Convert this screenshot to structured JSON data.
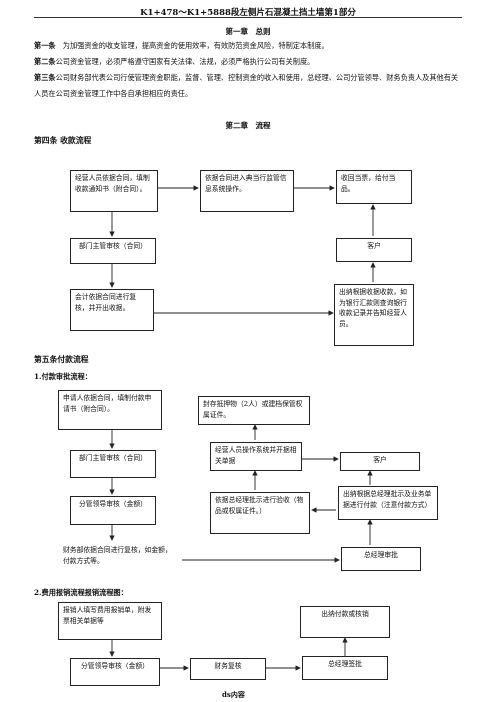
{
  "header": {
    "title": "K1+478～K1+5888段左侧片石混凝土挡土墙第1部分"
  },
  "chapter1": {
    "title": "第一章　总则"
  },
  "articles": [
    {
      "label": "第一条",
      "text": "　为加强资金的收支管理，提高资金的使用效率，有效防范资金风险，特制定本制度。"
    },
    {
      "label": "第二条",
      "text": "公司资金管理，必须严格遵守国家有关法律、法规，必须严格执行公司有关制度。"
    },
    {
      "label": "第三条",
      "text": "公司财务部代表公司行使管理资金职能，监督、管理、控制资金的收入和使用，总经理、公司分管领导、财务负责人及其他有关人员在公司资金管理工作中各自承担相应的责任。"
    }
  ],
  "chapter2": {
    "title": "第二章　流程"
  },
  "section4": {
    "title": "第四条  收款流程",
    "boxes": {
      "operator": "经营人员依据合同，填制收款通知书（附合同）。",
      "system": "依据合同进入典当行监管信息系统操作。",
      "receipt": "收回当票，给付当品。",
      "dept_head": "部门主管审核（合同）",
      "customer": "客户",
      "accountant": "会计依据合同进行复核，并开出收据。",
      "cashier": "出纳根据收据收款，如为银行汇款则查询银行收款记录并告知经营人员。"
    }
  },
  "section5": {
    "title": "第五条付款流程"
  },
  "sub1": {
    "title": "1.付款审批流程：",
    "boxes": {
      "applicant": "申请人依据合同，填制付款申请书（附合同）。",
      "pledge": "封存抵押物（2人）或建档保管权属证件。",
      "dept_head": "部门主管审核（合同）",
      "operator_system": "经营人员操作系统并开据相关单据",
      "customer": "客户",
      "leader": "分管领导审核（金额）",
      "gm_check": "依据总经理批示进行验收（物品或权属证件。）",
      "cashier": "出纳根据总经理批示及业务单据进行付款（注意付款方式）",
      "finance": "财务部依据合同进行复核，如金额，付款方式等。",
      "gm_approve": "总经理审批"
    }
  },
  "sub2": {
    "title": "2.费用报销流程报销流程图：",
    "boxes": {
      "reimburser": "报销人填写费用报销单，附发票相关单据等",
      "cashier": "出纳付款或核销",
      "leader": "分管领导审核（金额）",
      "finance": "财务复核",
      "gm": "总经理签批"
    }
  },
  "footer": {
    "text": "ds内容"
  }
}
